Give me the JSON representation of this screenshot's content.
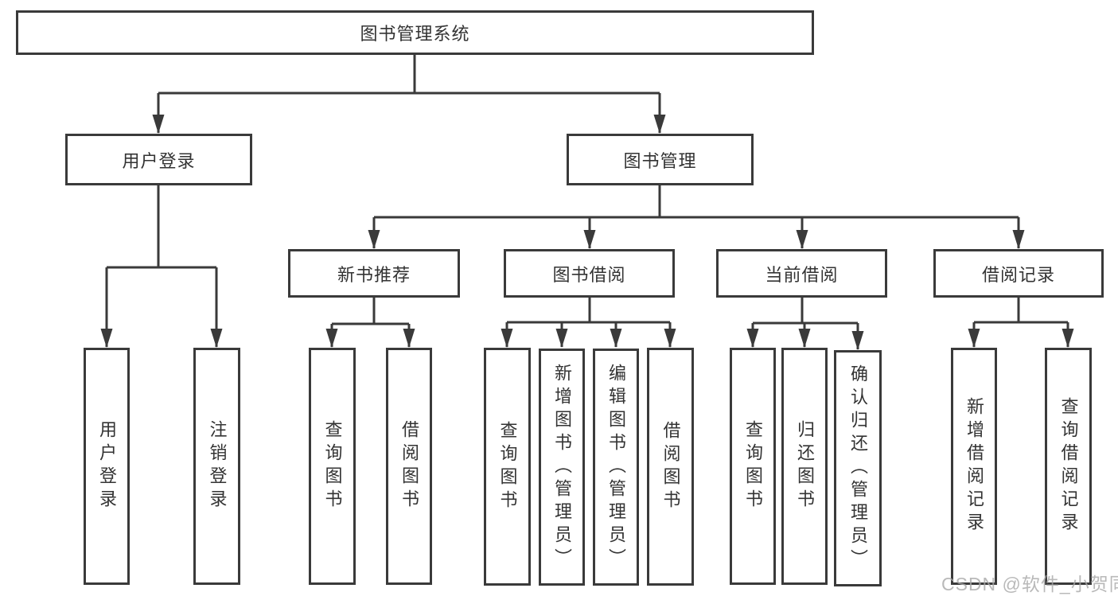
{
  "diagram_title": "图书管理系统",
  "tree": {
    "root": {
      "label": "图书管理系统",
      "children": [
        {
          "label": "用户登录",
          "children": [
            {
              "label": "用户登录"
            },
            {
              "label": "注销登录"
            }
          ]
        },
        {
          "label": "图书管理",
          "children": [
            {
              "label": "新书推荐",
              "children": [
                {
                  "label": "查询图书"
                },
                {
                  "label": "借阅图书"
                }
              ]
            },
            {
              "label": "图书借阅",
              "children": [
                {
                  "label": "查询图书"
                },
                {
                  "label": "新增图书（管理员）"
                },
                {
                  "label": "编辑图书（管理员）"
                },
                {
                  "label": "借阅图书"
                }
              ]
            },
            {
              "label": "当前借阅",
              "children": [
                {
                  "label": "查询图书"
                },
                {
                  "label": "归还图书"
                },
                {
                  "label": "确认归还（管理员）"
                }
              ]
            },
            {
              "label": "借阅记录",
              "children": [
                {
                  "label": "新增借阅记录"
                },
                {
                  "label": "查询借阅记录"
                }
              ]
            }
          ]
        }
      ]
    }
  },
  "watermark": {
    "text": "CSDN @软件_小贺同学"
  },
  "colors": {
    "background": "#ffffff",
    "line": "#3a3a3a",
    "box_border": "#3a3a3a",
    "text": "#333333",
    "watermark": "#a8a8a8"
  }
}
